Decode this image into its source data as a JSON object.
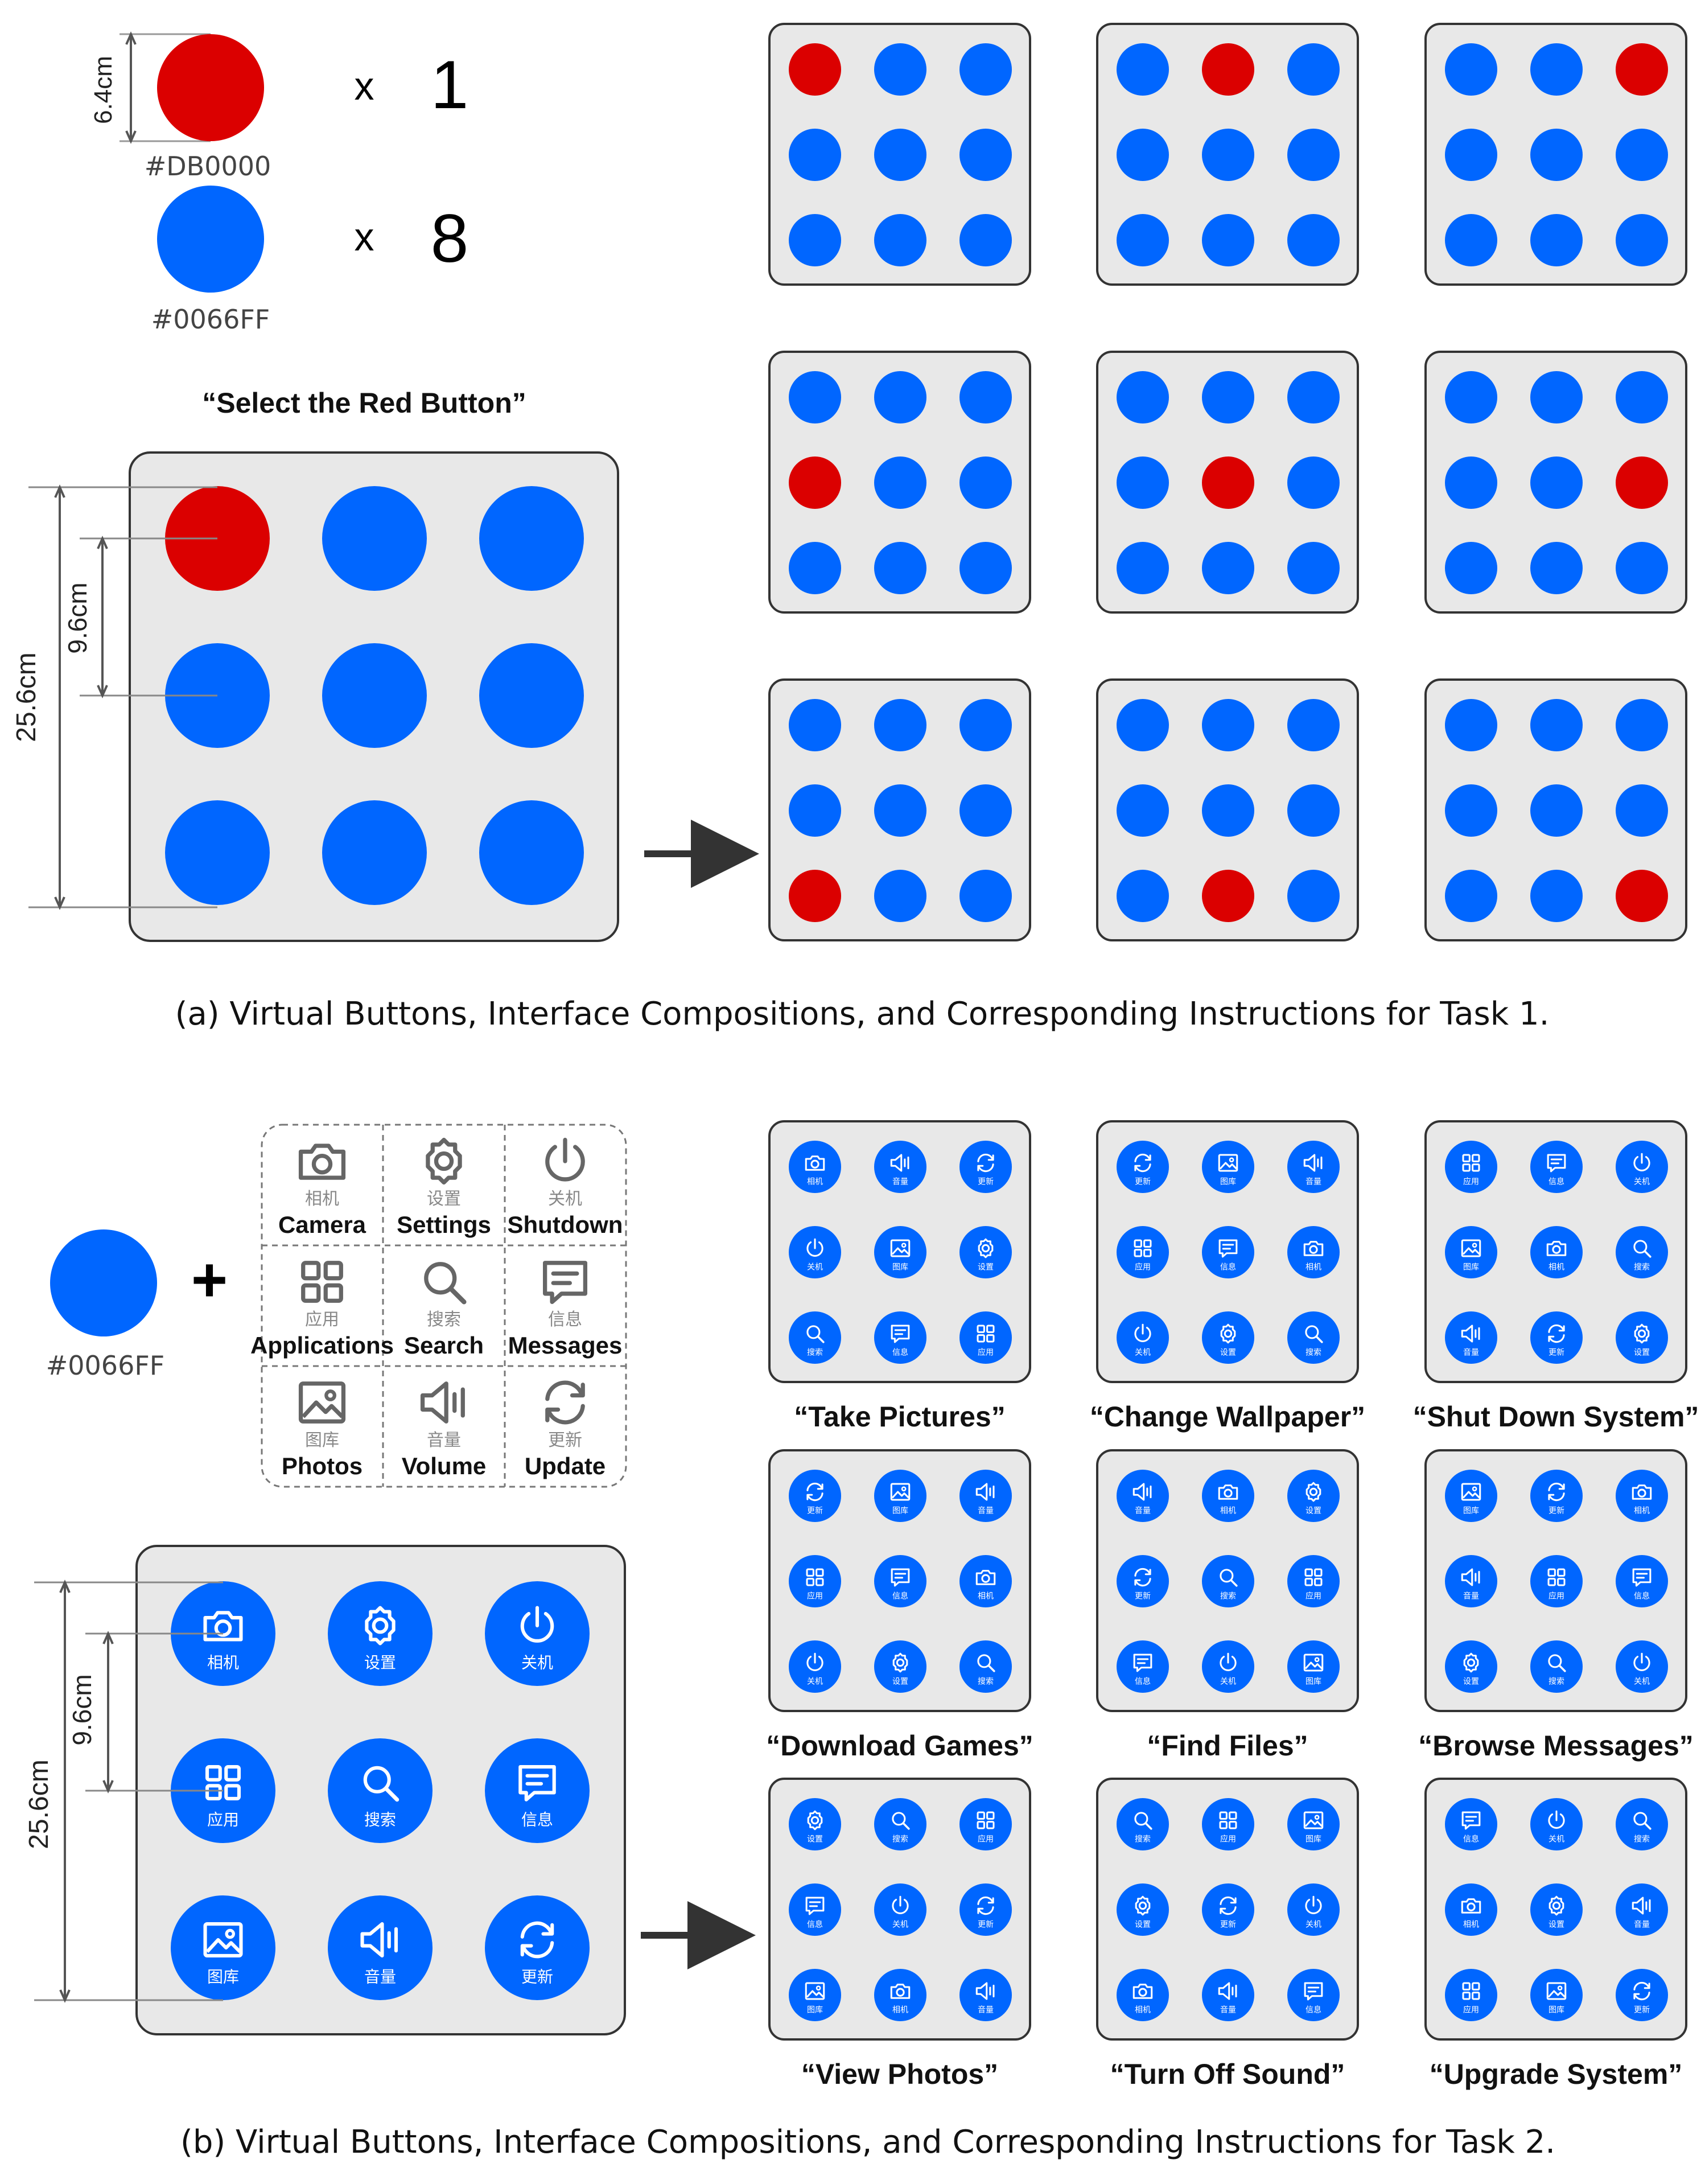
{
  "colors": {
    "red": "#DB0000",
    "blue": "#0066FF",
    "panel": "#E8E8E8",
    "stroke": "#333333"
  },
  "task1": {
    "legend": {
      "red_hex": "#DB0000",
      "blue_hex": "#0066FF",
      "times": "x",
      "red_count": "1",
      "blue_count": "8",
      "diameter": "6.4cm"
    },
    "instruction": "“Select the Red Button”",
    "dims": {
      "spacing": "9.6cm",
      "size": "25.6cm"
    },
    "large_red_index": 0,
    "variants": [
      0,
      1,
      2,
      3,
      4,
      5,
      6,
      7,
      8
    ],
    "caption": "(a)  Virtual Buttons, Interface Compositions, and Corresponding Instructions for Task 1."
  },
  "task2": {
    "button_hex": "#0066FF",
    "plus": "+",
    "icons": [
      {
        "key": "camera",
        "cn": "相机",
        "en": "Camera"
      },
      {
        "key": "settings",
        "cn": "设置",
        "en": "Settings"
      },
      {
        "key": "shutdown",
        "cn": "关机",
        "en": "Shutdown"
      },
      {
        "key": "apps",
        "cn": "应用",
        "en": "Applications"
      },
      {
        "key": "search",
        "cn": "搜索",
        "en": "Search"
      },
      {
        "key": "messages",
        "cn": "信息",
        "en": "Messages"
      },
      {
        "key": "photos",
        "cn": "图库",
        "en": "Photos"
      },
      {
        "key": "volume",
        "cn": "音量",
        "en": "Volume"
      },
      {
        "key": "update",
        "cn": "更新",
        "en": "Update"
      }
    ],
    "dims": {
      "spacing": "9.6cm",
      "size": "25.6cm"
    },
    "large_layout": [
      "camera",
      "settings",
      "shutdown",
      "apps",
      "search",
      "messages",
      "photos",
      "volume",
      "update"
    ],
    "variants": [
      {
        "instruction": "“Take Pictures”",
        "layout": [
          "camera",
          "volume",
          "update",
          "shutdown",
          "photos",
          "settings",
          "search",
          "messages",
          "apps"
        ]
      },
      {
        "instruction": "“Change Wallpaper”",
        "layout": [
          "update",
          "photos",
          "volume",
          "apps",
          "messages",
          "camera",
          "shutdown",
          "settings",
          "search"
        ]
      },
      {
        "instruction": "“Shut Down System”",
        "layout": [
          "apps",
          "messages",
          "shutdown",
          "photos",
          "camera",
          "search",
          "volume",
          "update",
          "settings"
        ]
      },
      {
        "instruction": "“Download Games”",
        "layout": [
          "update",
          "photos",
          "volume",
          "apps",
          "messages",
          "camera",
          "shutdown",
          "settings",
          "search"
        ]
      },
      {
        "instruction": "“Find Files”",
        "layout": [
          "volume",
          "camera",
          "settings",
          "update",
          "search",
          "apps",
          "messages",
          "shutdown",
          "photos"
        ]
      },
      {
        "instruction": "“Browse Messages”",
        "layout": [
          "photos",
          "update",
          "camera",
          "volume",
          "apps",
          "messages",
          "settings",
          "search",
          "shutdown"
        ]
      },
      {
        "instruction": "“View Photos”",
        "layout": [
          "settings",
          "search",
          "apps",
          "messages",
          "shutdown",
          "update",
          "photos",
          "camera",
          "volume"
        ]
      },
      {
        "instruction": "“Turn Off Sound”",
        "layout": [
          "search",
          "apps",
          "photos",
          "settings",
          "update",
          "shutdown",
          "camera",
          "volume",
          "messages"
        ]
      },
      {
        "instruction": "“Upgrade System”",
        "layout": [
          "messages",
          "shutdown",
          "search",
          "camera",
          "settings",
          "volume",
          "apps",
          "photos",
          "update"
        ]
      }
    ],
    "caption": "(b)  Virtual Buttons, Interface Compositions, and Corresponding Instructions for Task 2."
  }
}
